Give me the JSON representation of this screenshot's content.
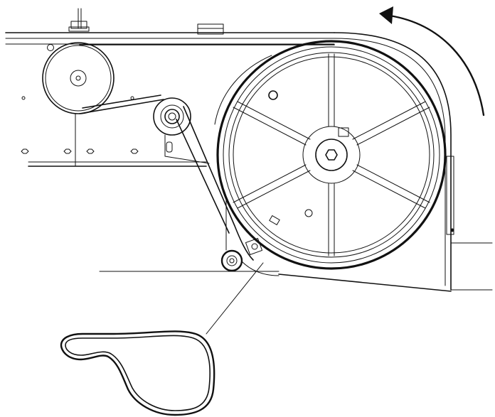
{
  "diagram": {
    "components": [
      "rotation-arrow",
      "top-frame-rail",
      "drive-pulley-large",
      "motor-pulley-left",
      "idler-pulley",
      "lower-guide-roller",
      "belt-outline-callout",
      "housing-guard"
    ],
    "spoke_count": 6,
    "rotation_direction": "counter-clockwise",
    "colors": {
      "line": "#111111",
      "background": "#ffffff"
    }
  }
}
